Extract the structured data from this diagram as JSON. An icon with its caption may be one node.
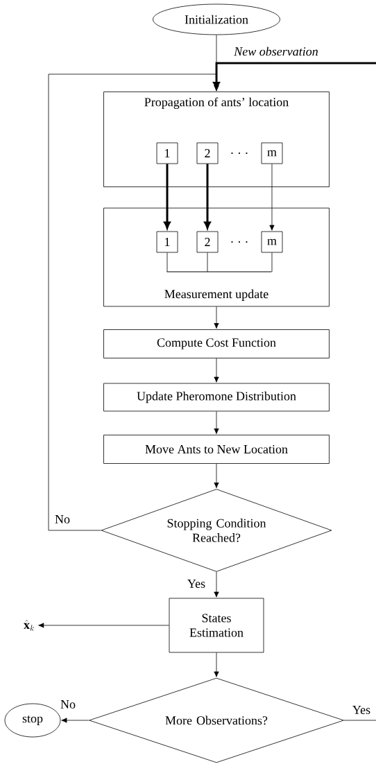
{
  "diagram": {
    "nodes": [
      {
        "text": [
          "Initialization"
        ]
      },
      {
        "text": [
          "Propagation of ants’ location"
        ]
      },
      {
        "text": [
          "1"
        ],
        "in": 1
      },
      {
        "text": [
          "2"
        ],
        "in": 1
      },
      {
        "text": [
          "m"
        ],
        "in": 1
      },
      {
        "text": [
          "Measurement update"
        ]
      },
      {
        "text": [
          "1"
        ],
        "in": 5
      },
      {
        "text": [
          "2"
        ],
        "in": 5
      },
      {
        "text": [
          "m"
        ],
        "in": 5
      },
      {
        "text": [
          "Compute Cost Function"
        ]
      },
      {
        "text": [
          "Update Pheromone Distribution"
        ]
      },
      {
        "text": [
          "Move Ants to New Location"
        ]
      },
      {
        "text": [
          "Stopping Condition Reached?"
        ]
      },
      {
        "text": [
          "States Estimation"
        ]
      },
      {
        "text": [
          "\\hat{\\mathbf{x}}_k"
        ]
      },
      {
        "text": [
          "More Observations?"
        ]
      },
      {
        "text": [
          "stop"
        ]
      },
      {
        "text": [],
        "shape": "bar",
        "in": 5
      }
    ],
    "edges": [
      {
        "from": 0,
        "to": 1,
        "arrow": "to"
      },
      {
        "from": null,
        "to": 1,
        "arrow": "to",
        "label": "New observation",
        "style": "thick"
      },
      {
        "from": 12,
        "to": 1,
        "arrow": "to",
        "label": "No"
      },
      {
        "from": 2,
        "to": 6,
        "arrow": "to",
        "style": "thick"
      },
      {
        "from": 3,
        "to": 7,
        "arrow": "to",
        "style": "thick"
      },
      {
        "from": 4,
        "to": 8,
        "arrow": "to"
      },
      {
        "from": 6,
        "to": 17,
        "arrow": "none"
      },
      {
        "from": 7,
        "to": 17,
        "arrow": "none"
      },
      {
        "from": 8,
        "to": 17,
        "arrow": "none"
      },
      {
        "from": 5,
        "to": 9,
        "arrow": "to"
      },
      {
        "from": 9,
        "to": 10,
        "arrow": "to"
      },
      {
        "from": 10,
        "to": 11,
        "arrow": "to"
      },
      {
        "from": 11,
        "to": 12,
        "arrow": "to"
      },
      {
        "from": 12,
        "to": 13,
        "arrow": "to",
        "label": "Yes"
      },
      {
        "from": 13,
        "to": 14,
        "arrow": "to"
      },
      {
        "from": 13,
        "to": 15,
        "arrow": "to"
      },
      {
        "from": 15,
        "to": 16,
        "arrow": "to",
        "label": "No"
      },
      {
        "from": 15,
        "to": null,
        "arrow": "none",
        "label": "Yes"
      }
    ],
    "labels": [
      ". . .",
      ". . ."
    ]
  }
}
